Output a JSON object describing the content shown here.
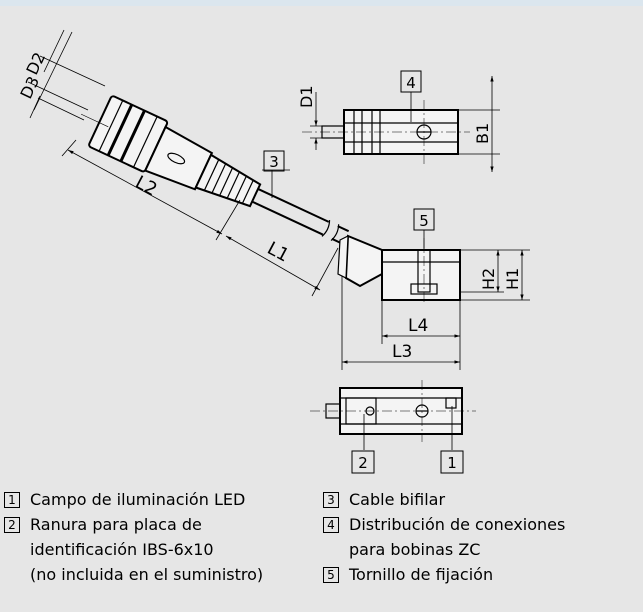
{
  "dimensions": {
    "d2": "D2",
    "d3": "D3",
    "d1": "D1",
    "b1": "B1",
    "l1": "L1",
    "l2": "L2",
    "l3": "L3",
    "l4": "L4",
    "h1": "H1",
    "h2": "H2"
  },
  "callouts": {
    "c1": "1",
    "c2": "2",
    "c3": "3",
    "c4": "4",
    "c5": "5"
  },
  "legend": {
    "left": [
      {
        "num": "1",
        "lines": [
          "Campo de iluminación LED"
        ]
      },
      {
        "num": "2",
        "lines": [
          "Ranura para placa de",
          "identificación IBS-6x10",
          "(no incluida en el suministro)"
        ]
      }
    ],
    "right": [
      {
        "num": "3",
        "lines": [
          "Cable bifilar"
        ]
      },
      {
        "num": "4",
        "lines": [
          "Distribución de conexiones",
          "para bobinas ZC"
        ]
      },
      {
        "num": "5",
        "lines": [
          "Tornillo de fijación"
        ]
      }
    ]
  },
  "colors": {
    "background": "#e6e6e6",
    "top_bar": "#dbe6ee",
    "ink": "#000000"
  }
}
